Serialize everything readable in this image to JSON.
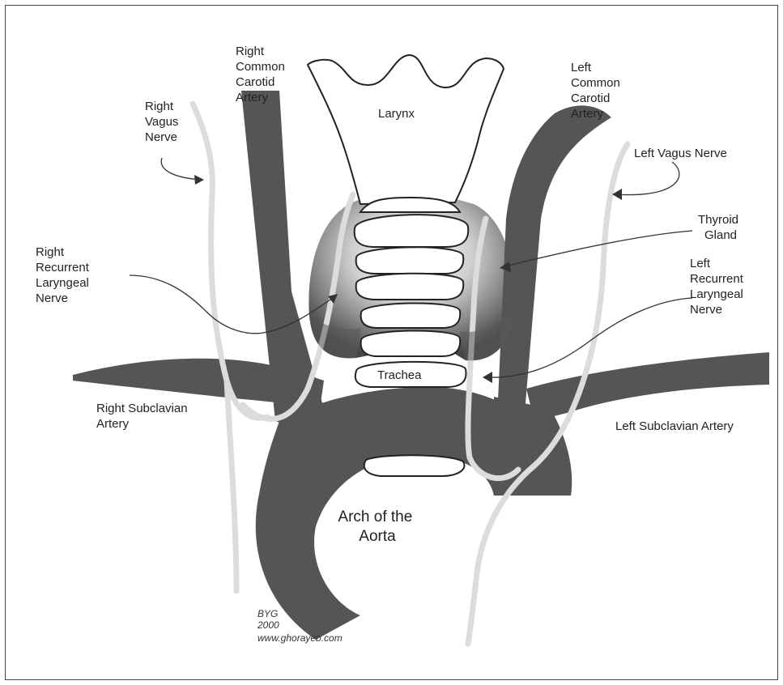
{
  "diagram": {
    "labels": {
      "right_common_carotid": [
        "Right",
        "Common",
        "Carotid",
        "Artery"
      ],
      "left_common_carotid": [
        "Left",
        "Common",
        "Carotid",
        "Artery"
      ],
      "right_vagus": [
        "Right",
        "Vagus",
        "Nerve"
      ],
      "left_vagus": "Left Vagus Nerve",
      "larynx": "Larynx",
      "thyroid": [
        "Thyroid",
        "Gland"
      ],
      "right_recurrent": [
        "Right",
        "Recurrent",
        "Laryngeal",
        "Nerve"
      ],
      "left_recurrent": [
        "Left",
        "Recurrent",
        "Laryngeal",
        "Nerve"
      ],
      "trachea": "Trachea",
      "right_subclavian": [
        "Right Subclavian",
        "Artery"
      ],
      "left_subclavian": "Left Subclavian Artery",
      "aorta": [
        "Arch of the",
        "Aorta"
      ]
    },
    "credit": [
      "BYG",
      "2000",
      "www.ghorayeb.com"
    ],
    "colors": {
      "vessel": "#555555",
      "nerve": "#dcdcdc",
      "outline": "#222222",
      "thyroid_dark": "#4a4a4a"
    }
  }
}
